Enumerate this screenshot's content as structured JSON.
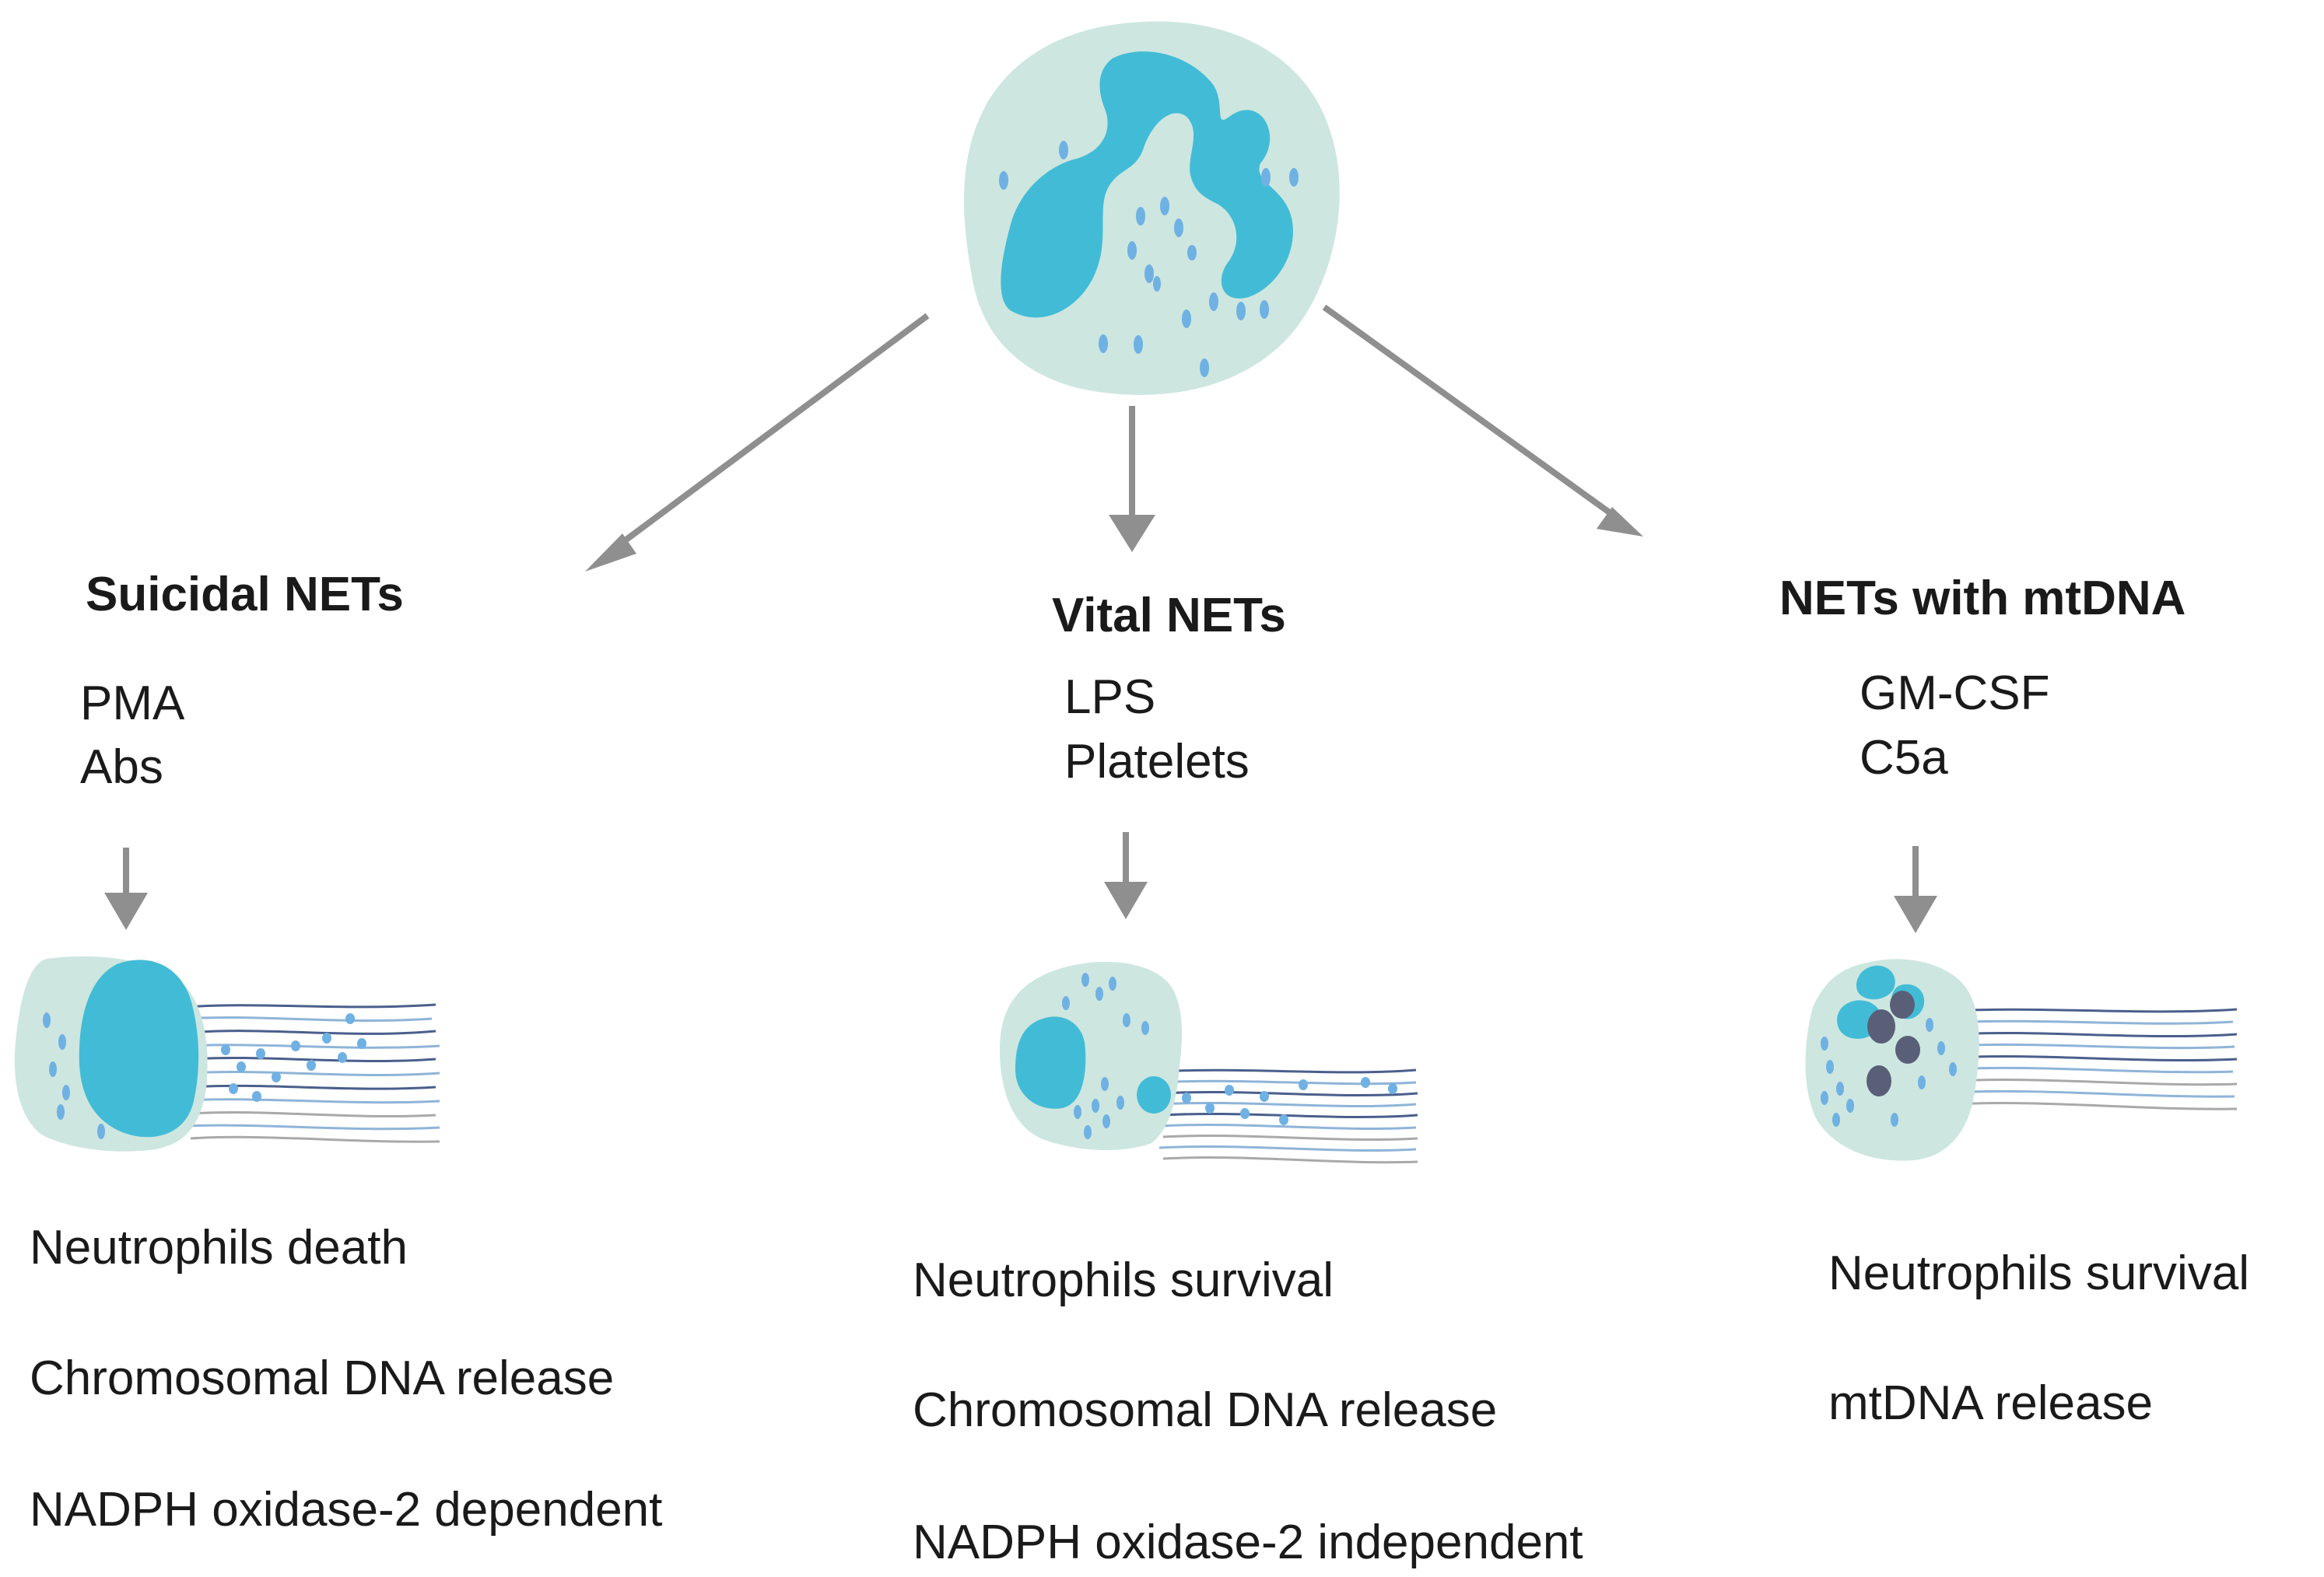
{
  "branches": [
    {
      "title": "Suicidal NETs",
      "stimuli": [
        "PMA",
        "Abs"
      ],
      "outcomes": [
        "Neutrophils death",
        "Chromosomal DNA release",
        "NADPH oxidase-2 dependent"
      ]
    },
    {
      "title": "Vital NETs",
      "stimuli": [
        "LPS",
        "Platelets"
      ],
      "outcomes": [
        "Neutrophils survival",
        "Chromosomal DNA release",
        "NADPH oxidase-2 independent"
      ]
    },
    {
      "title": "NETs with mtDNA",
      "stimuli": [
        "GM-CSF",
        "C5a"
      ],
      "outcomes": [
        "Neutrophils survival",
        "mtDNA release"
      ]
    }
  ],
  "colors": {
    "cytoplasm": "#cde6e0",
    "nucleus": "#42bcd6",
    "granule": "#6fb1e3",
    "arrow": "#8f8f8f",
    "fiber_dark": "#4a5f8c",
    "fiber_light": "#8fb4d8",
    "fiber_grey": "#a9a9a9",
    "mitochondria": "#5a5f78"
  }
}
